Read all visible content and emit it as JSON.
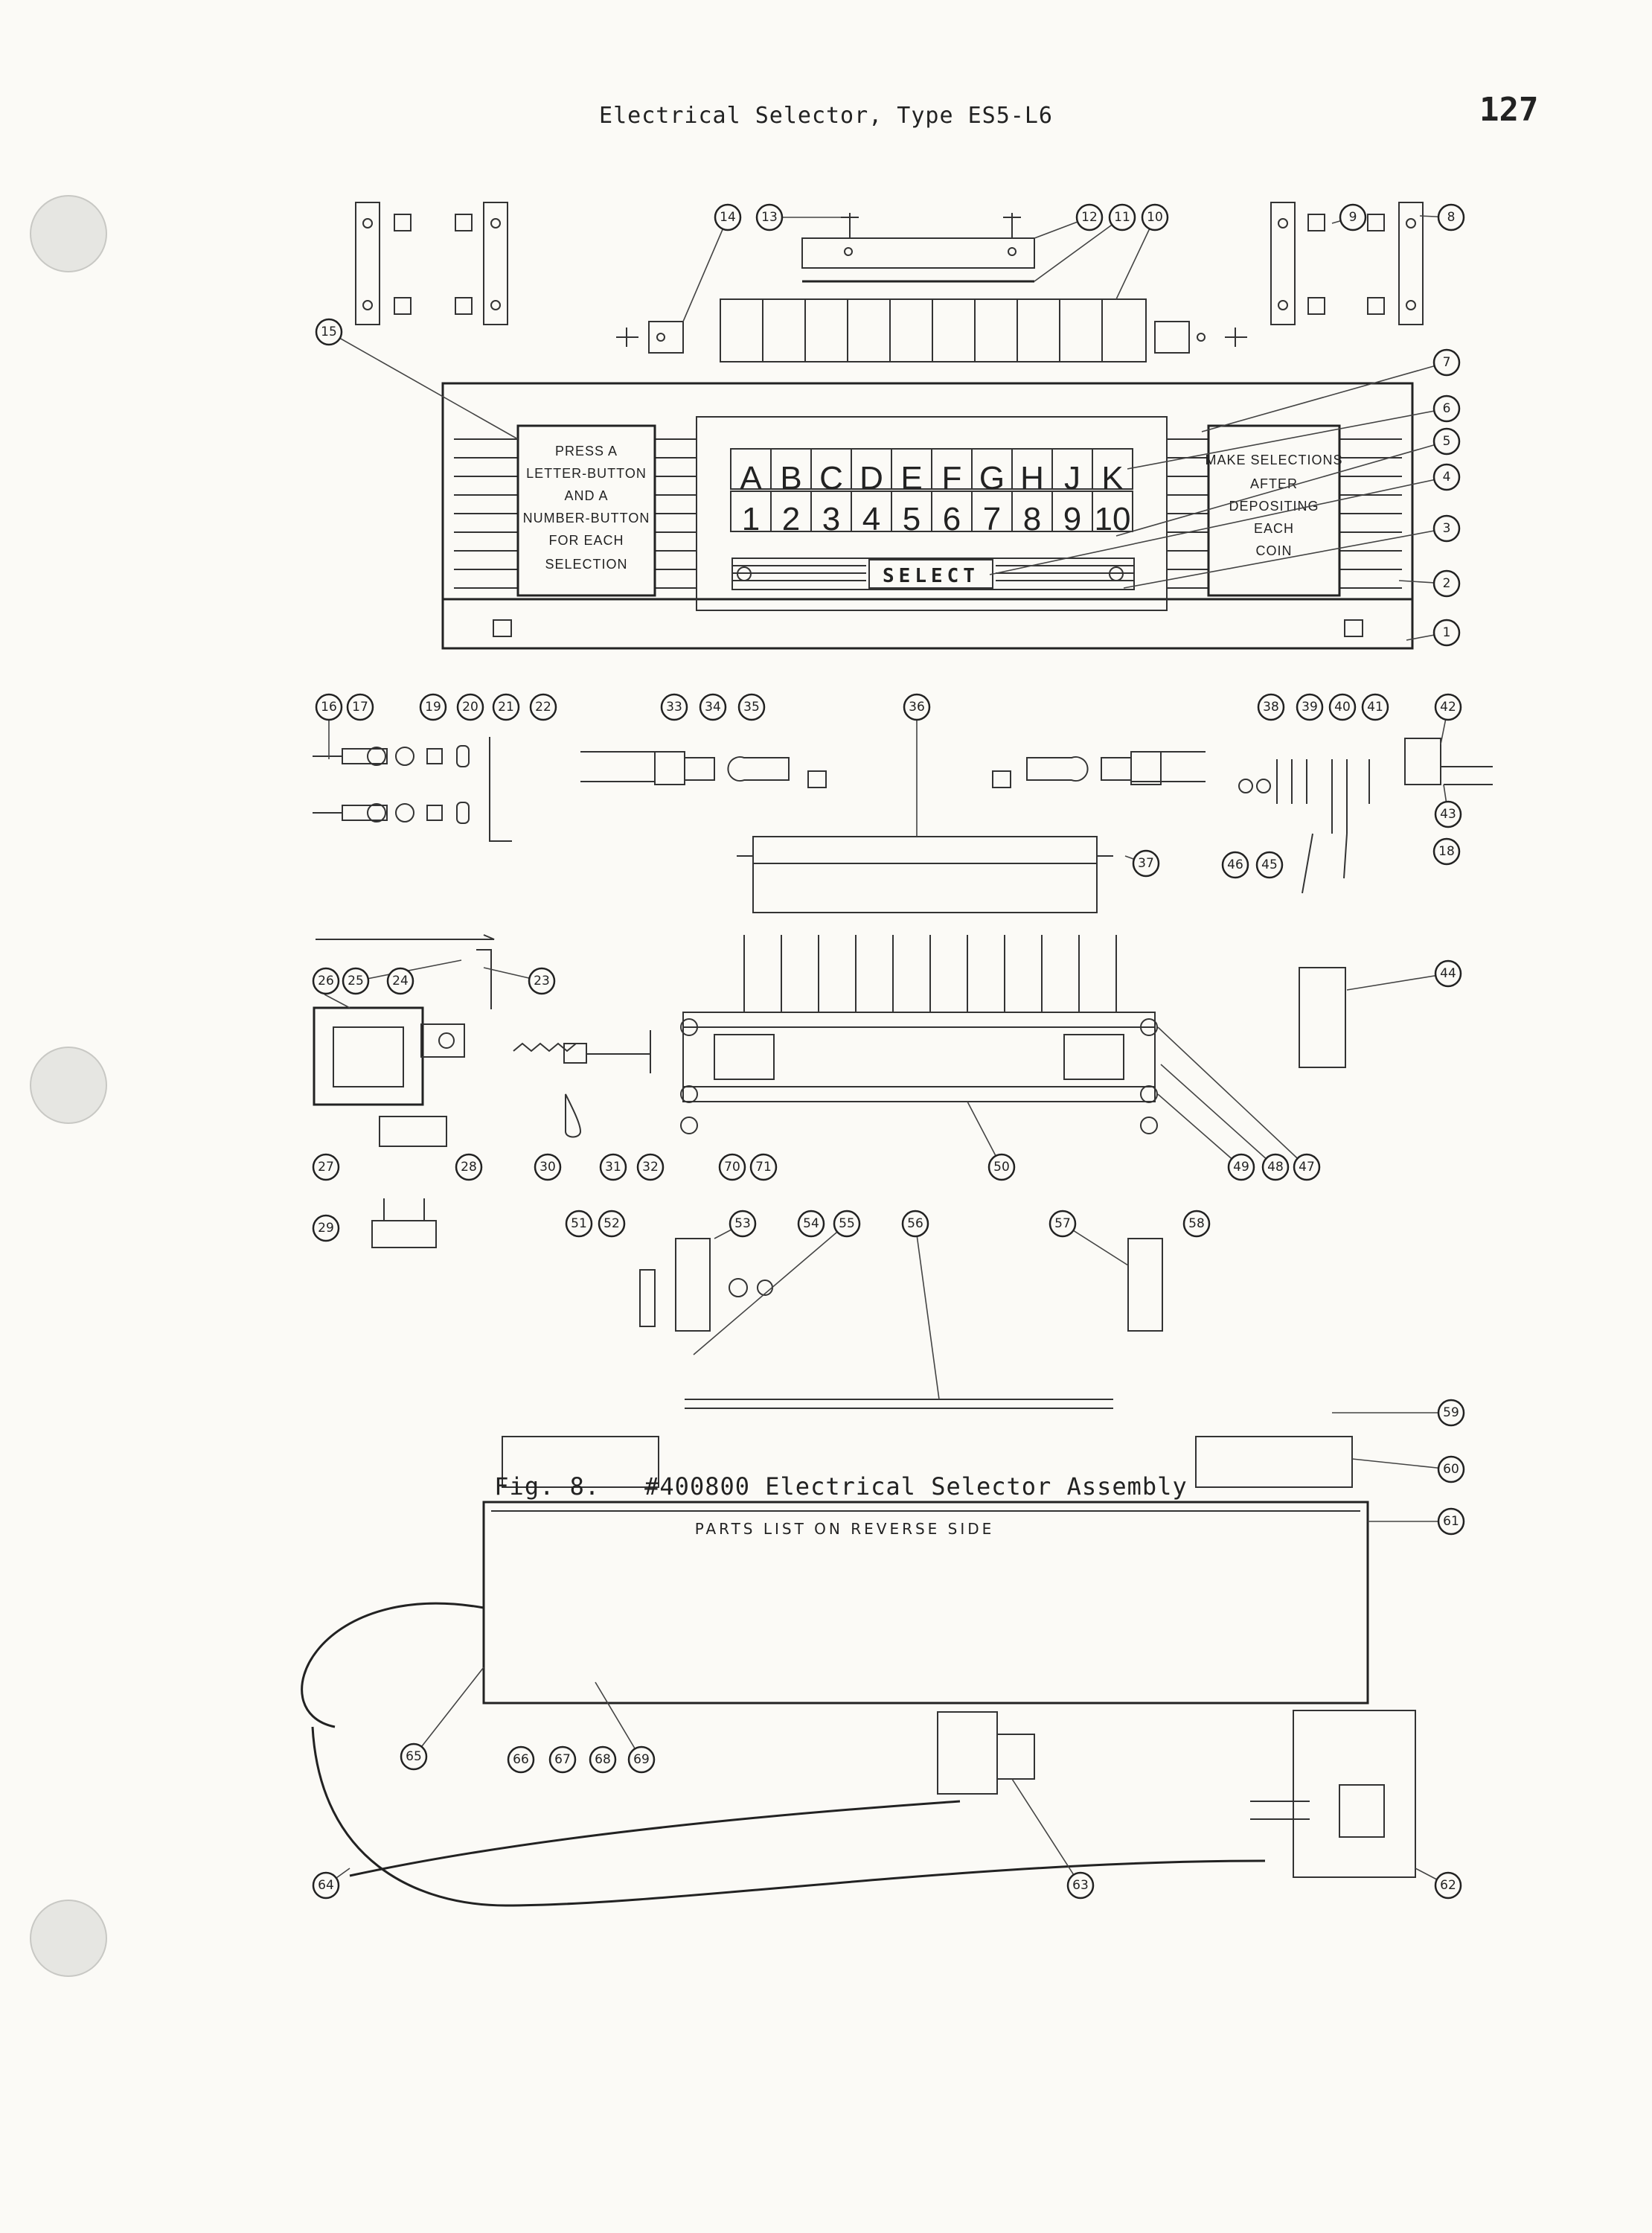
{
  "header": {
    "title": "Electrical Selector, Type ES5-L6",
    "page_number": "127"
  },
  "panel": {
    "left_sign": [
      "PRESS A",
      "LETTER-BUTTON",
      "AND A",
      "NUMBER-BUTTON",
      "FOR EACH",
      "SELECTION"
    ],
    "right_sign": [
      "MAKE SELECTIONS",
      "AFTER",
      "DEPOSITING",
      "EACH",
      "COIN"
    ],
    "letter_keys": [
      "A",
      "B",
      "C",
      "D",
      "E",
      "F",
      "G",
      "H",
      "J",
      "K"
    ],
    "number_keys": [
      "1",
      "2",
      "3",
      "4",
      "5",
      "6",
      "7",
      "8",
      "9",
      "10"
    ],
    "select_label": "SELECT"
  },
  "callouts": [
    "1",
    "2",
    "3",
    "4",
    "5",
    "6",
    "7",
    "8",
    "9",
    "10",
    "11",
    "12",
    "13",
    "14",
    "15",
    "16",
    "17",
    "18",
    "19",
    "20",
    "21",
    "22",
    "23",
    "24",
    "25",
    "26",
    "27",
    "28",
    "29",
    "30",
    "31",
    "32",
    "33",
    "34",
    "35",
    "36",
    "37",
    "38",
    "39",
    "40",
    "41",
    "42",
    "43",
    "44",
    "45",
    "46",
    "47",
    "48",
    "49",
    "50",
    "51",
    "52",
    "53",
    "54",
    "55",
    "56",
    "57",
    "58",
    "59",
    "60",
    "61",
    "62",
    "63",
    "64",
    "65",
    "66",
    "67",
    "68",
    "69",
    "70",
    "71"
  ],
  "caption": {
    "fig": "Fig. 8.",
    "description": "#400800 Electrical Selector Assembly",
    "note": "PARTS LIST ON REVERSE SIDE"
  }
}
